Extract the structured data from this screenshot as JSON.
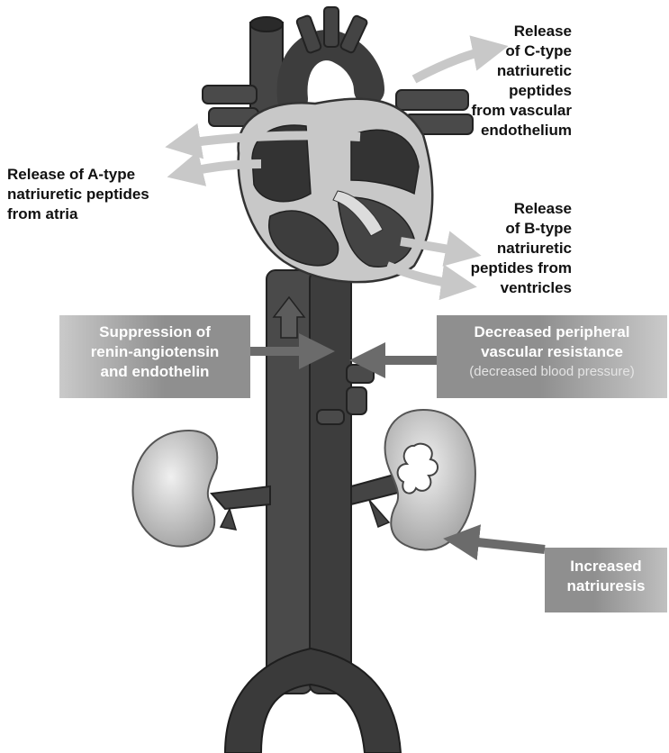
{
  "labels": {
    "c_type": [
      "Release",
      "of C-type",
      "natriuretic",
      "peptides",
      "from vascular",
      "endothelium"
    ],
    "a_type": [
      "Release of A-type",
      "natriuretic peptides",
      "from atria"
    ],
    "b_type": [
      "Release",
      "of B-type",
      "natriuretic",
      "peptides from",
      "ventricles"
    ]
  },
  "boxes": {
    "suppression": [
      "Suppression of",
      "renin-angiotensin",
      "and endothelin"
    ],
    "resistance": {
      "lines": [
        "Decreased peripheral",
        "vascular resistance"
      ],
      "note": "(decreased blood pressure)"
    },
    "natriuresis": [
      "Increased",
      "natriuresis"
    ]
  },
  "colors": {
    "vessel": "#4a4a4a",
    "vessel_dark": "#333333",
    "arrow_light": "#c8c8c8",
    "arrow_dark": "#6b6b6b",
    "box": "#8a8a8a"
  }
}
